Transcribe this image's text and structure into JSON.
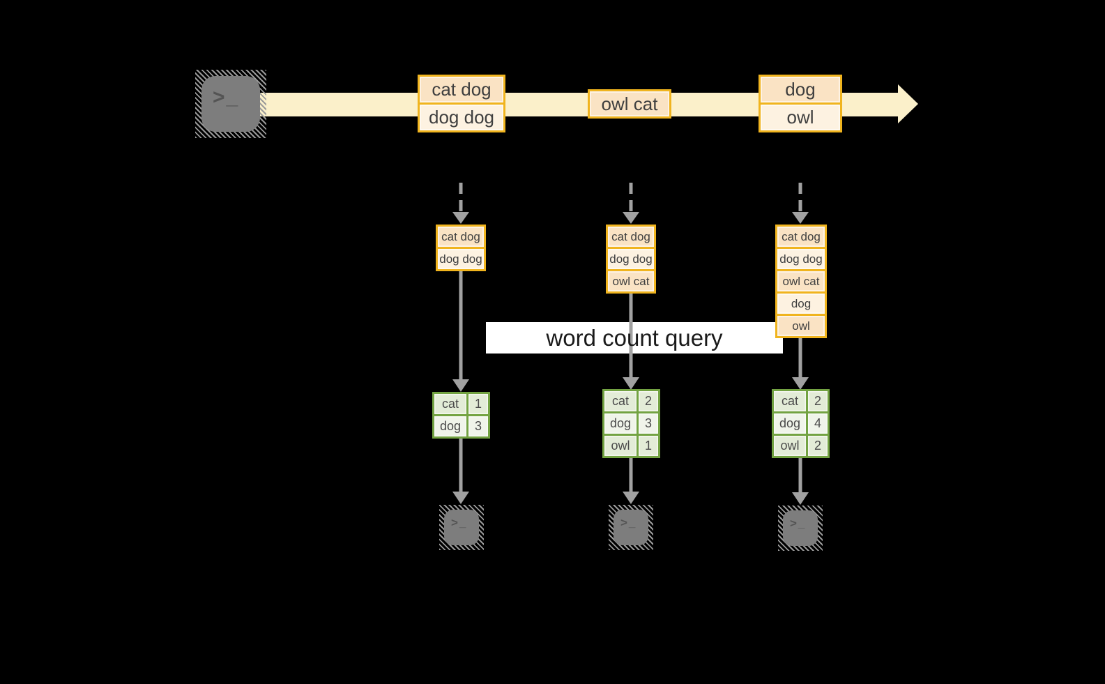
{
  "colors": {
    "bg": "#000000",
    "amber": "#f0b41e",
    "peach": "#fae3c4",
    "cream": "#fdf2e1",
    "band": "#fbf0ca",
    "green": "#73a342",
    "green-dark": "#e3ecd7",
    "green-light": "#f0f4ea",
    "gray": "#a1a1a1",
    "label-bg": "#ffffff",
    "text-dark": "#3f3f3f",
    "label-text": "#1a1a1a"
  },
  "query_label": "word count query",
  "source_terminal": {
    "icon": "terminal-icon",
    "glyph": ">_"
  },
  "timeline": {
    "events": [
      {
        "lines": [
          "cat dog",
          "dog dog"
        ]
      },
      {
        "lines": [
          "owl cat"
        ]
      },
      {
        "lines": [
          "dog",
          "owl"
        ]
      }
    ]
  },
  "micro_batches": [
    {
      "rows": [
        "cat dog",
        "dog dog"
      ]
    },
    {
      "rows": [
        "cat dog",
        "dog dog",
        "owl cat"
      ]
    },
    {
      "rows": [
        "cat dog",
        "dog dog",
        "owl cat",
        "dog",
        "owl"
      ]
    }
  ],
  "result_tables": [
    {
      "rows": [
        {
          "word": "cat",
          "count": 1
        },
        {
          "word": "dog",
          "count": 3
        }
      ]
    },
    {
      "rows": [
        {
          "word": "cat",
          "count": 2
        },
        {
          "word": "dog",
          "count": 3
        },
        {
          "word": "owl",
          "count": 1
        }
      ]
    },
    {
      "rows": [
        {
          "word": "cat",
          "count": 2
        },
        {
          "word": "dog",
          "count": 4
        },
        {
          "word": "owl",
          "count": 2
        }
      ]
    }
  ],
  "output_terminals": [
    {
      "icon": "terminal-icon",
      "glyph": ">_"
    },
    {
      "icon": "terminal-icon",
      "glyph": ">_"
    },
    {
      "icon": "terminal-icon",
      "glyph": ">_"
    }
  ]
}
